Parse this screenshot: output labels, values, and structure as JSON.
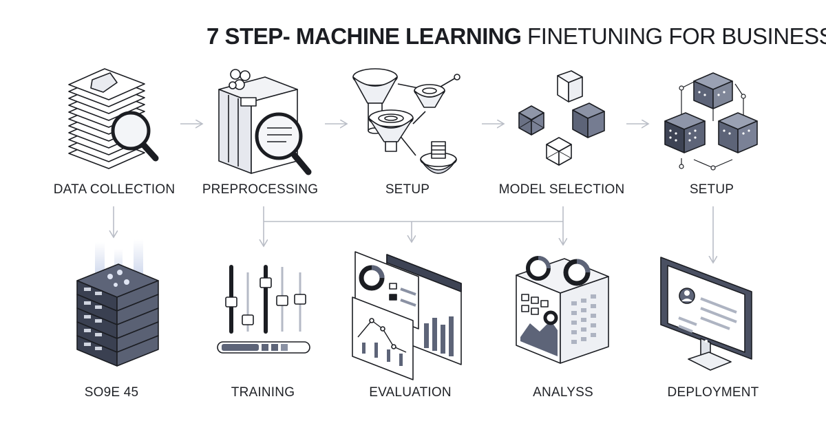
{
  "title": {
    "bold": "7 STEP- MACHINE LEARNING",
    "light": "FINETUNING FOR BUSINESS"
  },
  "steps_top": [
    {
      "label": "DATA COLLECTION",
      "icon": "document-stack-magnifier-icon"
    },
    {
      "label": "PREPROCESSING",
      "icon": "server-magnifier-icon"
    },
    {
      "label": "SETUP",
      "icon": "funnels-icon"
    },
    {
      "label": "MODEL SELECTION",
      "icon": "cubes-icon"
    },
    {
      "label": "SETUP",
      "icon": "cube-network-icon"
    }
  ],
  "steps_bottom": [
    {
      "label": "SO9E 45",
      "icon": "server-rack-icon"
    },
    {
      "label": "TRAINING",
      "icon": "sliders-progress-icon"
    },
    {
      "label": "EVALUATION",
      "icon": "dashboard-screens-icon"
    },
    {
      "label": "ANALYSS",
      "icon": "analysis-cube-icon"
    },
    {
      "label": "DEPLOYMENT",
      "icon": "monitor-icon"
    }
  ],
  "colors": {
    "ink": "#1b1d22",
    "slate": "#5d6478",
    "light_slate": "#aeb4c2",
    "arrow": "#b9bdc6"
  }
}
